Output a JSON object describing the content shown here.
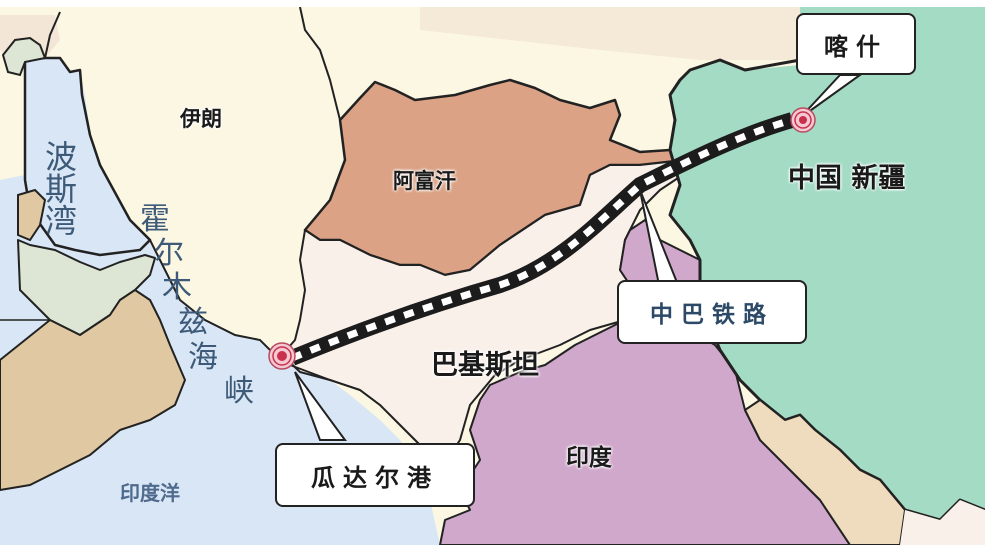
{
  "map": {
    "title": "中巴铁路",
    "colors": {
      "iran": "#fbf7e3",
      "afghanistan": "#dba285",
      "pakistan": "#faf0ea",
      "india": "#d0a8cc",
      "china_xinjiang": "#a3dbc5",
      "water": "#d8e6f5",
      "arabia": "#e0c8a2",
      "uae_oman_coast": "#dde6d4",
      "nepal": "#efdcbf",
      "railway": "#1c1c1c",
      "marker": "#c8304d"
    },
    "regions": {
      "iran": "伊朗",
      "afghanistan": "阿富汗",
      "pakistan": "巴基斯坦",
      "india": "印度",
      "china_xinjiang": "中国 新疆"
    },
    "water_bodies": {
      "persian_gulf": "波斯湾",
      "strait_of_hormuz": "霍尔木兹海峡",
      "indian_ocean": "印度洋"
    },
    "callouts": {
      "kashgar": "喀什",
      "railway": "中巴铁路",
      "gwadar": "瓜达尔港"
    },
    "markers": [
      {
        "name": "喀什"
      },
      {
        "name": "瓜达尔港"
      }
    ]
  }
}
